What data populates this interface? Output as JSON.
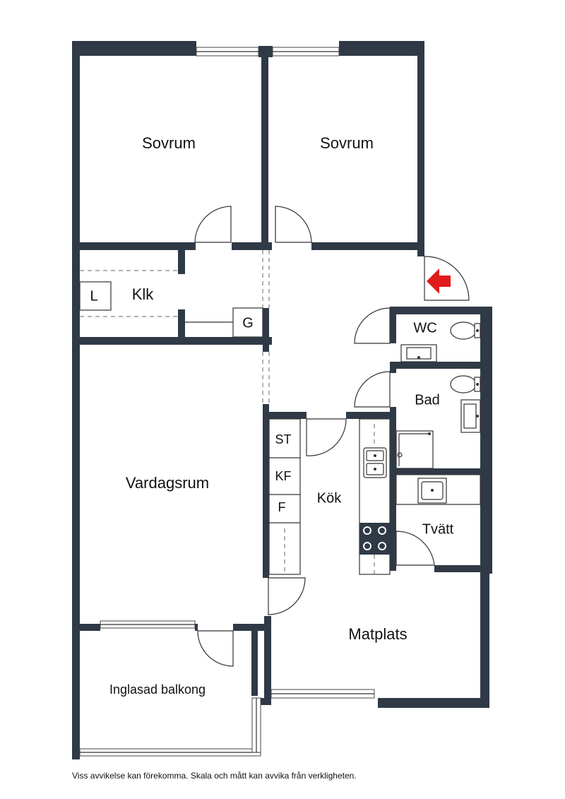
{
  "rooms": {
    "sovrum_1": "Sovrum",
    "sovrum_2": "Sovrum",
    "klk": "Klk",
    "l": "L",
    "g": "G",
    "wc": "WC",
    "bad": "Bad",
    "st": "ST",
    "kf": "KF",
    "f": "F",
    "kok": "Kök",
    "tvatt": "Tvätt",
    "vardagsrum": "Vardagsrum",
    "matplats": "Matplats",
    "balkong": "Inglasad balkong"
  },
  "disclaimer": "Viss avvikelse kan förekomma. Skala och mått kan avvika från verkligheten.",
  "colors": {
    "wall": "#2f3a46",
    "entrance_arrow": "#e01b1b"
  },
  "icons": {
    "entrance": "entrance-arrow-icon"
  }
}
